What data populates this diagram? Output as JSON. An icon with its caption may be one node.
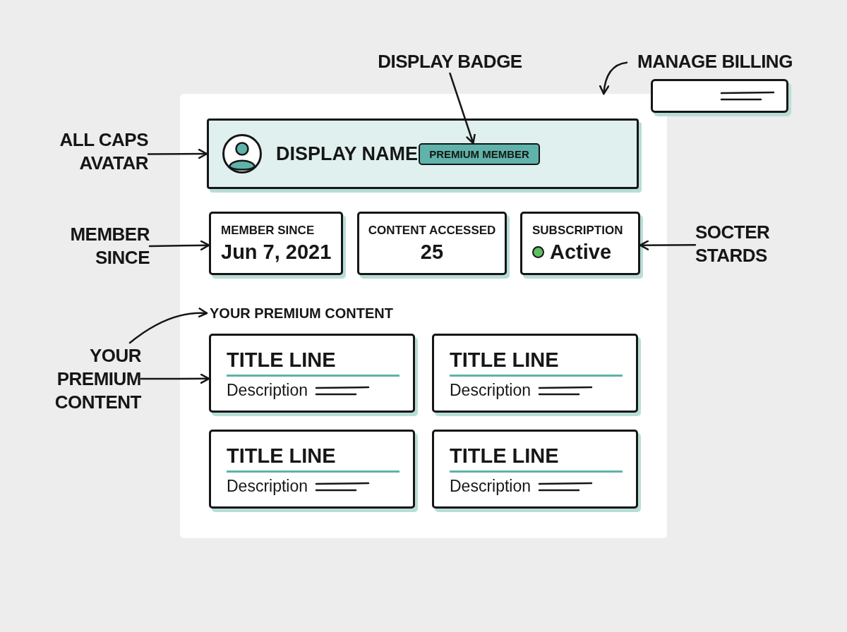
{
  "diagram": {
    "nodes": [
      {
        "text": [],
        "shape": "box"
      },
      {
        "text": [
          "DISPLAY NAME"
        ],
        "in": 0
      },
      {
        "text": [
          "PREMIUM MEMBER"
        ],
        "in": 1
      },
      {
        "text": [
          "MEMBER SINCE",
          "Jun 7, 2021"
        ],
        "in": 0
      },
      {
        "text": [
          "CONTENT ACCESSED",
          "25"
        ],
        "in": 0
      },
      {
        "text": [
          "SUBSCRIPTION",
          "Active"
        ],
        "in": 0
      },
      {
        "text": [
          "YOUR PREMIUM CONTENT"
        ],
        "in": 0
      },
      {
        "text": [
          "TITLE LINE",
          "Description"
        ],
        "in": 0
      },
      {
        "text": [
          "TITLE LINE",
          "Description"
        ],
        "in": 0
      },
      {
        "text": [
          "TITLE LINE",
          "Description"
        ],
        "in": 0
      },
      {
        "text": [
          "TITLE LINE",
          "Description"
        ],
        "in": 0
      },
      {
        "text": [
          "ALL CAPS AVATAR"
        ]
      },
      {
        "text": [
          "DISPLAY BADGE"
        ]
      },
      {
        "text": [
          "MANAGE BILLING"
        ]
      },
      {
        "text": [],
        "shape": "box"
      },
      {
        "text": [
          "MEMBER SINCE"
        ]
      },
      {
        "text": [
          "SOCTER STARDS"
        ]
      },
      {
        "text": [
          "YOUR PREMIUM CONTENT"
        ]
      }
    ],
    "edges": [
      {
        "from": 11,
        "to": 1,
        "arrow": "to"
      },
      {
        "from": 12,
        "to": 2,
        "arrow": "to"
      },
      {
        "from": 13,
        "to": 0,
        "arrow": "to"
      },
      {
        "from": 15,
        "to": 3,
        "arrow": "to"
      },
      {
        "from": 16,
        "to": 5,
        "arrow": "to"
      },
      {
        "from": 17,
        "to": 6,
        "arrow": "to"
      },
      {
        "from": 17,
        "to": 7,
        "arrow": "to"
      }
    ]
  }
}
